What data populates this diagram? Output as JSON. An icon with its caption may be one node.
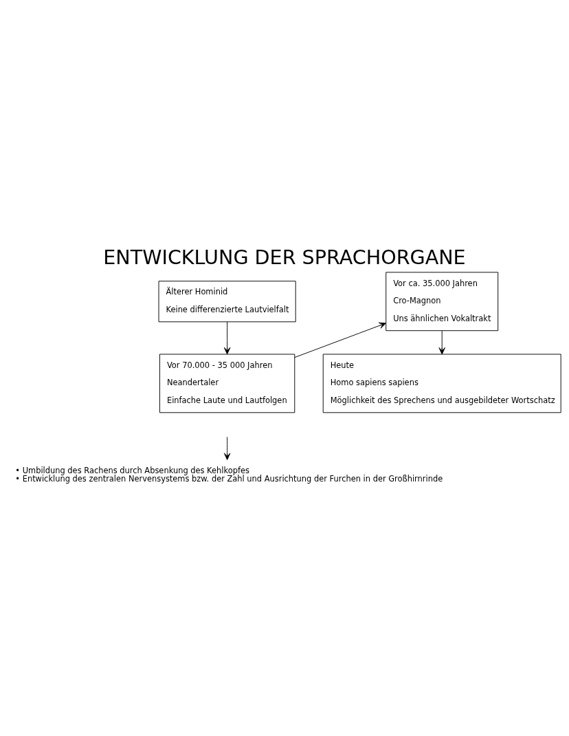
{
  "diagram": {
    "title": "ENTWICKLUNG DER SPRACHORGANE",
    "nodes": [
      {
        "text": [
          "Älterer Hominid",
          "Keine differenzierte Lautvielfalt"
        ]
      },
      {
        "text": [
          "Vor 70.000 - 35 000 Jahren",
          "Neandertaler",
          "Einfache Laute und Lautfolgen"
        ]
      },
      {
        "text": [
          "Vor ca. 35.000 Jahren",
          "Cro-Magnon",
          "Uns ähnlichen Vokaltrakt"
        ]
      },
      {
        "text": [
          "Heute",
          "Homo sapiens sapiens",
          "Möglichkeit des Sprechens und ausgebildeter Wortschatz"
        ]
      },
      {
        "text": [
          "• Umbildung des Rachens durch Absenkung des Kehlkopfes",
          "• Entwicklung des zentralen Nervensystems bzw. der Zahl und Ausrichtung der Furchen in der Großhirnrinde"
        ]
      }
    ],
    "edges": [
      {
        "from": 0,
        "to": 1,
        "arrow": "to"
      },
      {
        "from": 1,
        "to": 2,
        "arrow": "to"
      },
      {
        "from": 2,
        "to": 3,
        "arrow": "to"
      },
      {
        "from": null,
        "to": 4,
        "arrow": "to"
      }
    ]
  }
}
